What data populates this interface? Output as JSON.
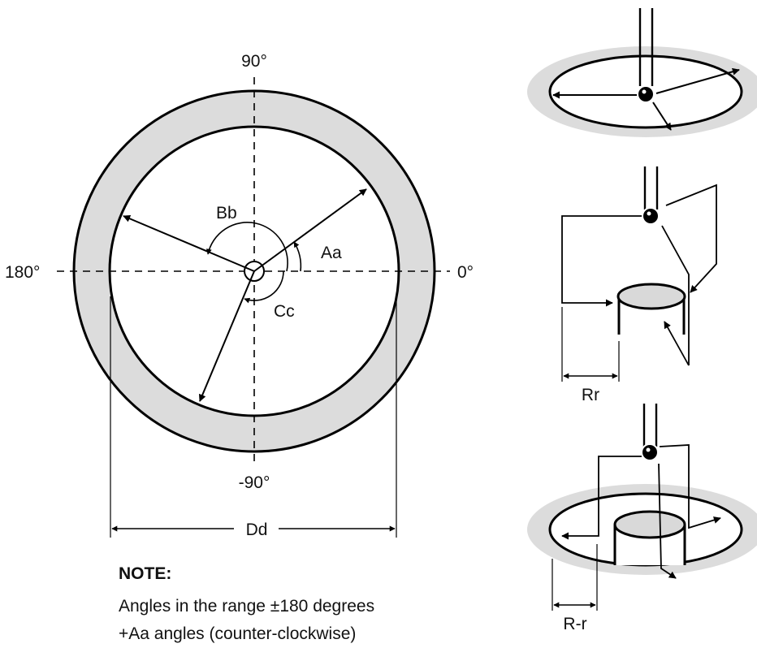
{
  "labels": {
    "deg_90": "90°",
    "deg_0": "0°",
    "deg_180": "180°",
    "deg_neg90": "-90°",
    "angle_a": "Aa",
    "angle_b": "Bb",
    "angle_c": "Cc",
    "diameter": "Dd",
    "radius": "Rr",
    "r_minus_r": "R-r"
  },
  "note": {
    "title": "NOTE:",
    "line1": "Angles in the range ±180 degrees",
    "line2": "+Aa angles (counter-clockwise)"
  },
  "colors": {
    "ring": "#dcdcdc",
    "stroke": "#000000",
    "cylinder_top": "#d9d9d9"
  }
}
